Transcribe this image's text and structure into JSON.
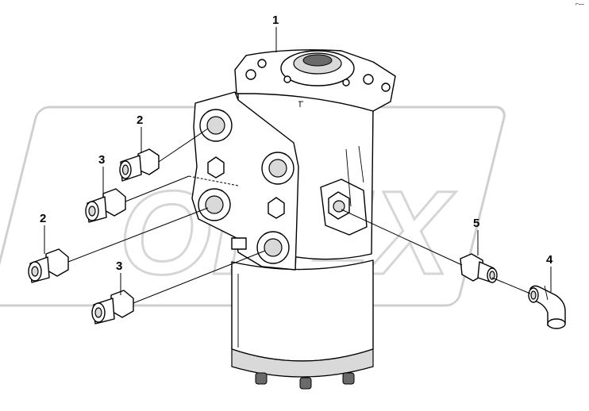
{
  "diagram": {
    "corner_mark": "⌐—",
    "callouts": [
      {
        "id": "1",
        "text": "1"
      },
      {
        "id": "2a",
        "text": "2"
      },
      {
        "id": "3a",
        "text": "3"
      },
      {
        "id": "2b",
        "text": "2"
      },
      {
        "id": "3b",
        "text": "3"
      },
      {
        "id": "5",
        "text": "5"
      },
      {
        "id": "4",
        "text": "4"
      }
    ],
    "watermark": "OPEX"
  }
}
